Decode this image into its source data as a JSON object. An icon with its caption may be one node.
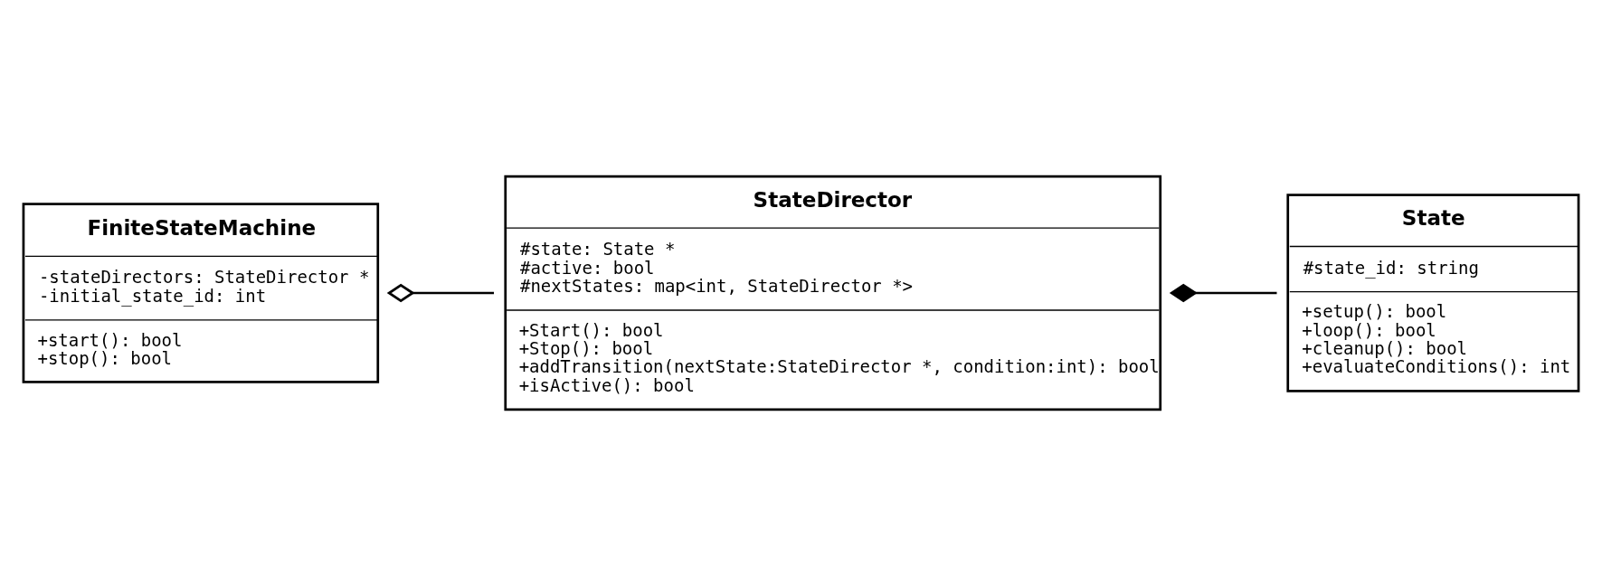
{
  "diagram": {
    "nodes": [
      {
        "text": [
          "FiniteStateMachine",
          "-stateDirectors: StateDirector * -initial_state_id: int",
          "+start(): bool +stop(): bool"
        ]
      },
      {
        "text": [
          "StateDirector",
          "#state: State * #active: bool #nextStates: map<int, StateDirector *>",
          "+Start(): bool +Stop(): bool +addTransition(nextState:StateDirector *, condition:int): bool +isActive(): bool"
        ]
      },
      {
        "text": [
          "State",
          "#state_id: string",
          "+setup(): bool +loop(): bool +cleanup(): bool +evaluateConditions(): int"
        ]
      }
    ],
    "edges": [
      {
        "from": 0,
        "to": 1,
        "arrow": "other"
      },
      {
        "from": 1,
        "to": 2,
        "arrow": "other"
      }
    ]
  }
}
